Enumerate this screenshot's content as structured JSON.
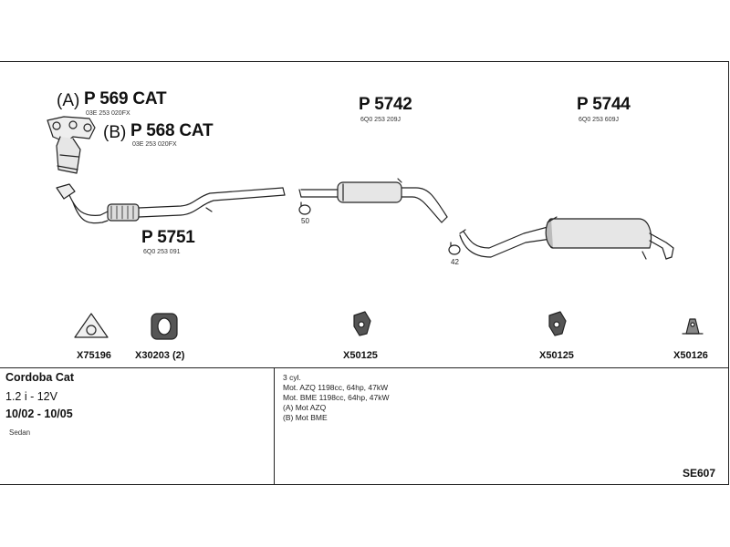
{
  "parts": {
    "a_label": "(A)",
    "a_part": "P 569 CAT",
    "a_ref": "03E 253 020FX",
    "b_label": "(B)",
    "b_part": "P 568 CAT",
    "b_ref": "03E 253 020FX",
    "p5742": "P 5742",
    "p5742_ref": "6Q0 253 209J",
    "p5744": "P 5744",
    "p5744_ref": "6Q0 253 609J",
    "p5751": "P 5751",
    "p5751_ref": "6Q0 253 091",
    "clamp50": "50",
    "clamp42": "42"
  },
  "fittings": {
    "x75196": "X75196",
    "x30203": "X30203 (2)",
    "x50125_1": "X50125",
    "x50125_2": "X50125",
    "x50126": "X50126"
  },
  "vehicle": {
    "model": "Cordoba Cat",
    "engine": "1.2 i - 12V",
    "years": "10/02 - 10/05",
    "body": "Sedan"
  },
  "notes": {
    "line1": "3 cyl.",
    "line2": "Mot. AZQ 1198cc, 64hp, 47kW",
    "line3": "Mot. BME 1198cc, 64hp, 47kW",
    "line4": "(A) Mot AZQ",
    "line5": "(B) Mot BME"
  },
  "diagram_code": "SE607",
  "colors": {
    "line": "#222222",
    "fill": "#e6e6e6",
    "dark": "#555555"
  }
}
